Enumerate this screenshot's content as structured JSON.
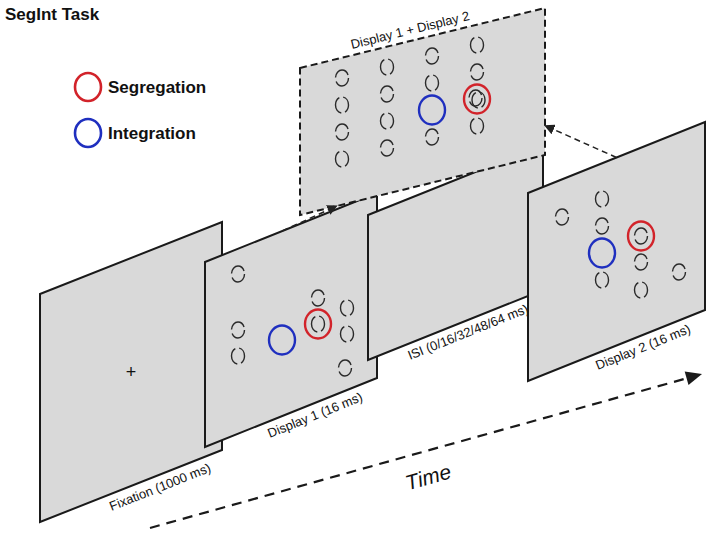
{
  "diagram": {
    "title": "SegInt Task",
    "nodes": [
      {
        "text": [
          "+",
          "Fixation (1000 ms)"
        ]
      },
      {
        "text": [
          "Display 1 (16 ms)"
        ]
      },
      {
        "text": [
          "ISI (0/16/32/48/64 ms)"
        ]
      },
      {
        "text": [
          "Display 2 (16 ms)"
        ]
      },
      {
        "text": [
          "Display 1 + Display 2"
        ]
      }
    ],
    "edges": [
      {
        "from": 1,
        "to": 4,
        "arrow": "to"
      },
      {
        "from": 3,
        "to": 4,
        "arrow": "to"
      }
    ],
    "labels": [
      "Time"
    ],
    "legend": [
      {
        "text": "Segregation"
      },
      {
        "text": "Integration"
      }
    ]
  }
}
